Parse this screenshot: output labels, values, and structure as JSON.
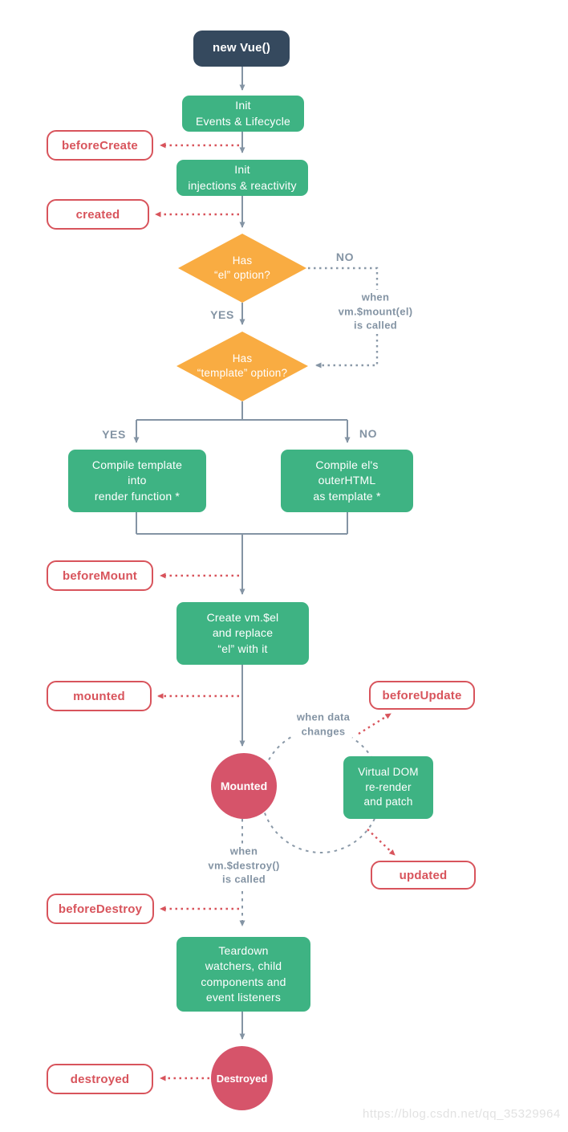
{
  "palette": {
    "navy": "#35495e",
    "green": "#3eb383",
    "orange": "#f9ac42",
    "circle_red": "#d6546a",
    "badge_red": "#d8545c",
    "line_gray": "#8494a4",
    "watermark_gray": "#e2e2e2"
  },
  "nodes": {
    "new_vue": "new Vue()",
    "init_events": "Init\nEvents & Lifecycle",
    "init_injections": "Init\ninjections & reactivity",
    "has_el": "Has\n“el” option?",
    "has_template": "Has\n“template” option?",
    "compile_template": "Compile template\ninto\nrender function *",
    "compile_el": "Compile el's\nouterHTML\nas template *",
    "create_vm_el": "Create vm.$el\nand replace\n“el” with it",
    "mounted_state": "Mounted",
    "virtual_dom": "Virtual DOM\nre-render\nand patch",
    "teardown": "Teardown\nwatchers, child\ncomponents and\nevent listeners",
    "destroyed_state": "Destroyed"
  },
  "hooks": {
    "before_create": "beforeCreate",
    "created": "created",
    "before_mount": "beforeMount",
    "mounted": "mounted",
    "before_update": "beforeUpdate",
    "updated": "updated",
    "before_destroy": "beforeDestroy",
    "destroyed": "destroyed"
  },
  "labels": {
    "yes_el": "YES",
    "no_el": "NO",
    "yes_template": "YES",
    "no_template": "NO",
    "when_mount": "when\nvm.$mount(el)\nis called",
    "when_data": "when data\nchanges",
    "when_destroy": "when\nvm.$destroy()\nis called"
  },
  "watermark": "https://blog.csdn.net/qq_35329964"
}
